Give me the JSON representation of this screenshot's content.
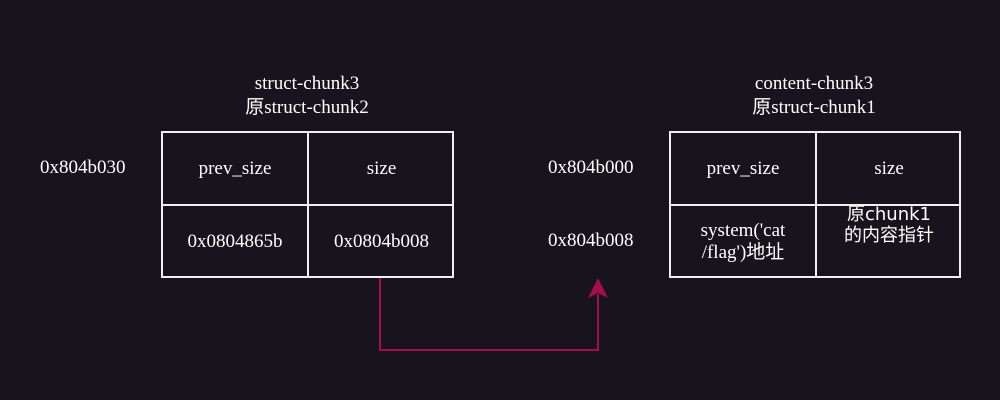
{
  "left": {
    "title_line1": "struct-chunk3",
    "title_line2": "原struct-chunk2",
    "addr_top": "0x804b030",
    "cells": {
      "prev_size": "prev_size",
      "size": "size",
      "val1": "0x0804865b",
      "val2": "0x0804b008"
    }
  },
  "right": {
    "title_line1": "content-chunk3",
    "title_line2": "原struct-chunk1",
    "addr_top": "0x804b000",
    "addr_bottom": "0x804b008",
    "cells": {
      "prev_size": "prev_size",
      "size": "size",
      "val1_line1": "system('cat",
      "val1_line2": "/flag')地址",
      "val2": "原chunk1的内容指针"
    }
  },
  "colors": {
    "background": "#18141d",
    "border": "#f0f0f0",
    "arrow": "#a50e4a"
  }
}
